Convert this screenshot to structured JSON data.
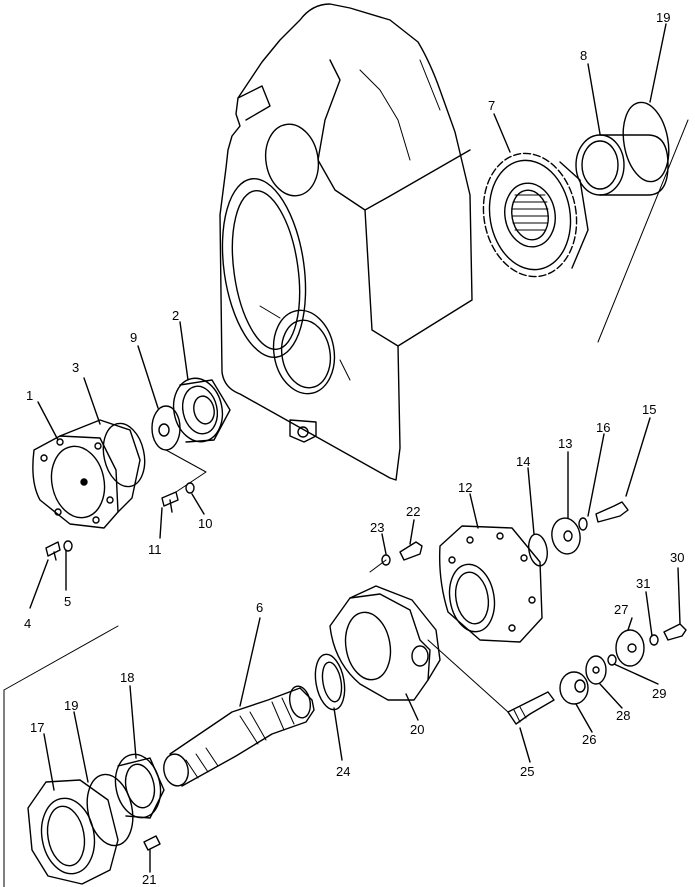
{
  "callouts": [
    {
      "id": "c1",
      "text": "1"
    },
    {
      "id": "c2",
      "text": "2"
    },
    {
      "id": "c3",
      "text": "3"
    },
    {
      "id": "c4",
      "text": "4"
    },
    {
      "id": "c5",
      "text": "5"
    },
    {
      "id": "c6",
      "text": "6"
    },
    {
      "id": "c7",
      "text": "7"
    },
    {
      "id": "c8",
      "text": "8"
    },
    {
      "id": "c9",
      "text": "9"
    },
    {
      "id": "c10",
      "text": "10"
    },
    {
      "id": "c11",
      "text": "11"
    },
    {
      "id": "c12",
      "text": "12"
    },
    {
      "id": "c13",
      "text": "13"
    },
    {
      "id": "c14",
      "text": "14"
    },
    {
      "id": "c15",
      "text": "15"
    },
    {
      "id": "c16",
      "text": "16"
    },
    {
      "id": "c17",
      "text": "17"
    },
    {
      "id": "c18",
      "text": "18"
    },
    {
      "id": "c19a",
      "text": "19"
    },
    {
      "id": "c19b",
      "text": "19"
    },
    {
      "id": "c20",
      "text": "20"
    },
    {
      "id": "c21",
      "text": "21"
    },
    {
      "id": "c22",
      "text": "22"
    },
    {
      "id": "c23",
      "text": "23"
    },
    {
      "id": "c24",
      "text": "24"
    },
    {
      "id": "c25",
      "text": "25"
    },
    {
      "id": "c26",
      "text": "26"
    },
    {
      "id": "c27",
      "text": "27"
    },
    {
      "id": "c28",
      "text": "28"
    },
    {
      "id": "c29",
      "text": "29"
    },
    {
      "id": "c30",
      "text": "30"
    },
    {
      "id": "c31",
      "text": "31"
    }
  ]
}
